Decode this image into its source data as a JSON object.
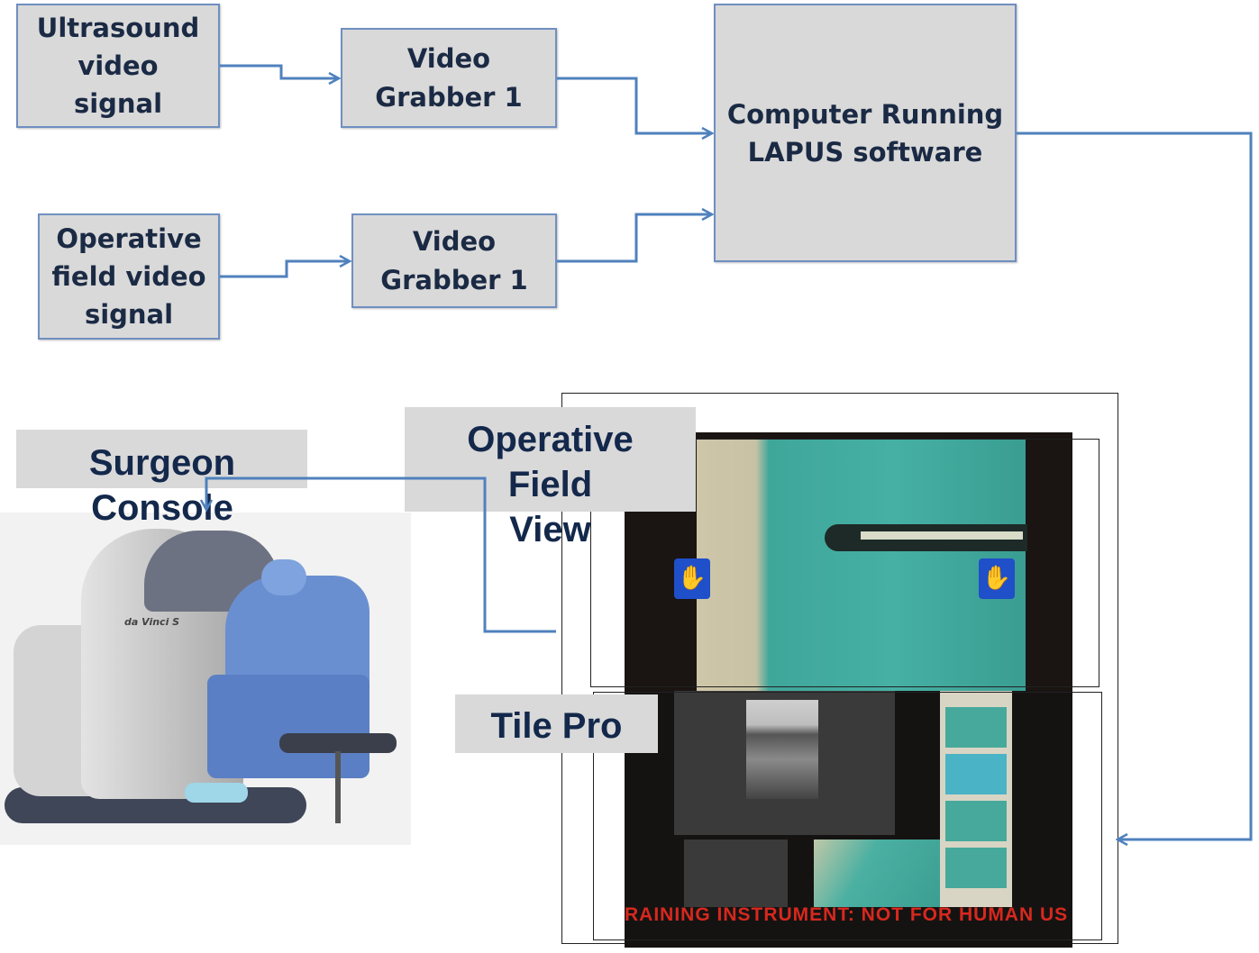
{
  "boxes": {
    "ultrasound": "Ultrasound video signal",
    "grabber_top": "Video Grabber 1",
    "operative_signal": "Operative field video signal",
    "grabber_bottom": "Video Grabber 1",
    "computer": "Computer Running LAPUS software"
  },
  "labels": {
    "surgeon_line1": "Surgeon",
    "surgeon_line2": "Console",
    "operative_view_line1": "Operative",
    "operative_view_line2": "Field",
    "operative_view_line3": "View",
    "tile_pro": "Tile Pro"
  },
  "screen": {
    "warning_text": "RAINING INSTRUMENT: NOT FOR HUMAN US"
  },
  "console_brand": "da Vinci S",
  "colors": {
    "arrow": "#4f81bd",
    "box_fill": "#d9d9d9",
    "text": "#13284b"
  }
}
